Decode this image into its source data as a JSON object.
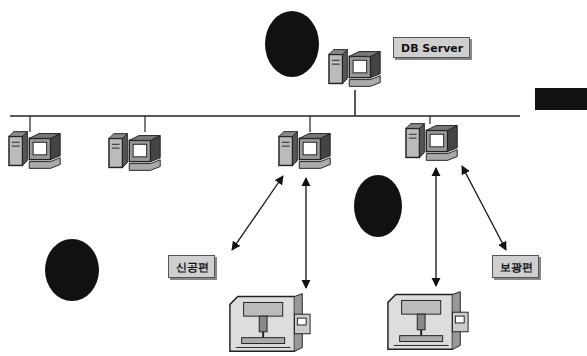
{
  "diagram": {
    "nodes": [
      {
        "text": [
          "DB Server"
        ]
      },
      {
        "text": [
          "신공편"
        ]
      },
      {
        "text": [
          "보광편"
        ]
      }
    ]
  }
}
